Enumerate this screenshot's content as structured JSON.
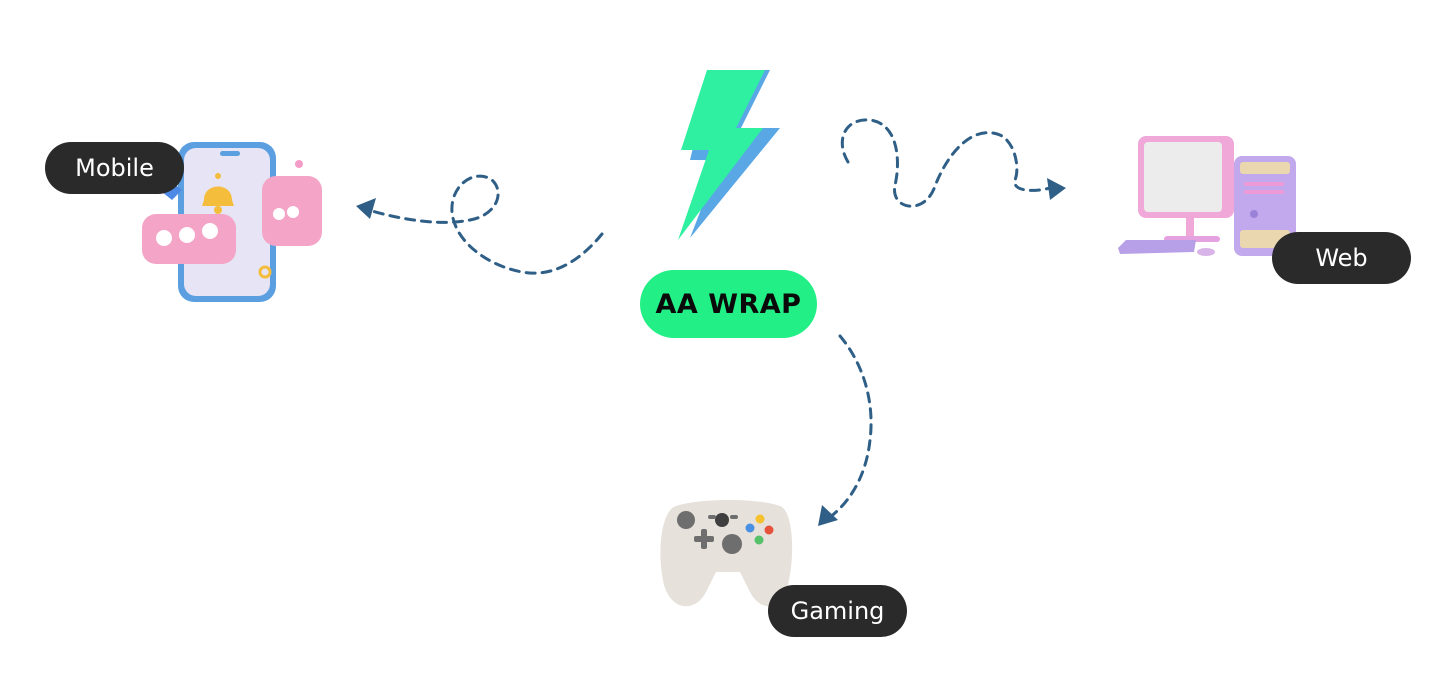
{
  "center": {
    "label": "AA WRAP",
    "color": "#22ef86"
  },
  "nodes": {
    "mobile": {
      "label": "Mobile"
    },
    "web": {
      "label": "Web"
    },
    "gaming": {
      "label": "Gaming"
    }
  },
  "icons": {
    "hub": "lightning-bolt-icon",
    "mobile": "smartphone-notification-icon",
    "web": "desktop-computer-icon",
    "gaming": "game-controller-icon"
  },
  "colors": {
    "arrow": "#2f5f86",
    "pill": "#2a2a2a",
    "bolt_front": "#2ff0a0",
    "bolt_back": "#5aa7e6"
  }
}
